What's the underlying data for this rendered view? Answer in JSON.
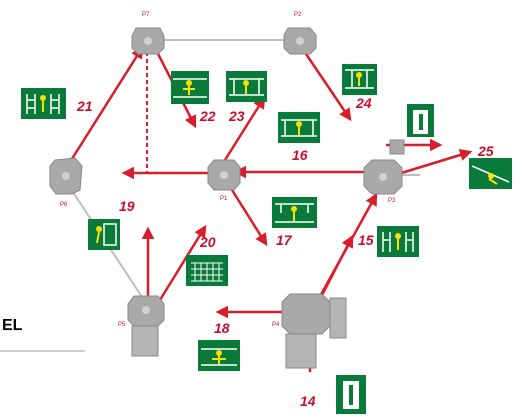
{
  "side_label": "EL",
  "colors": {
    "route_red": "#d61f2b",
    "icon_green": "#0a7a3a",
    "platform_gray": "#a9a9a9"
  },
  "platforms": [
    {
      "id": "p7",
      "label": "P7"
    },
    {
      "id": "p2",
      "label": "P2"
    },
    {
      "id": "p6",
      "label": "P6"
    },
    {
      "id": "p1",
      "label": "P1"
    },
    {
      "id": "p3",
      "label": "P3"
    },
    {
      "id": "p5",
      "label": "P5"
    },
    {
      "id": "p4",
      "label": "P4"
    }
  ],
  "elements": [
    {
      "number": "21",
      "icon": "rope-ladder-icon"
    },
    {
      "number": "22",
      "icon": "tightrope-walker-icon"
    },
    {
      "number": "23",
      "icon": "rope-bridge-icon"
    },
    {
      "number": "24",
      "icon": "swinging-log-icon"
    },
    {
      "number": "16",
      "icon": "balance-beam-icon"
    },
    {
      "number": "25",
      "icon": "zipline-icon"
    },
    {
      "number": "19",
      "icon": "climbing-wall-icon"
    },
    {
      "number": "20",
      "icon": "cargo-net-icon"
    },
    {
      "number": "17",
      "icon": "hanging-loops-icon"
    },
    {
      "number": "15",
      "icon": "rope-ladder-icon"
    },
    {
      "number": "18",
      "icon": "tightrope-walker-icon"
    },
    {
      "number": "14",
      "icon": "entrance-door-icon"
    }
  ]
}
